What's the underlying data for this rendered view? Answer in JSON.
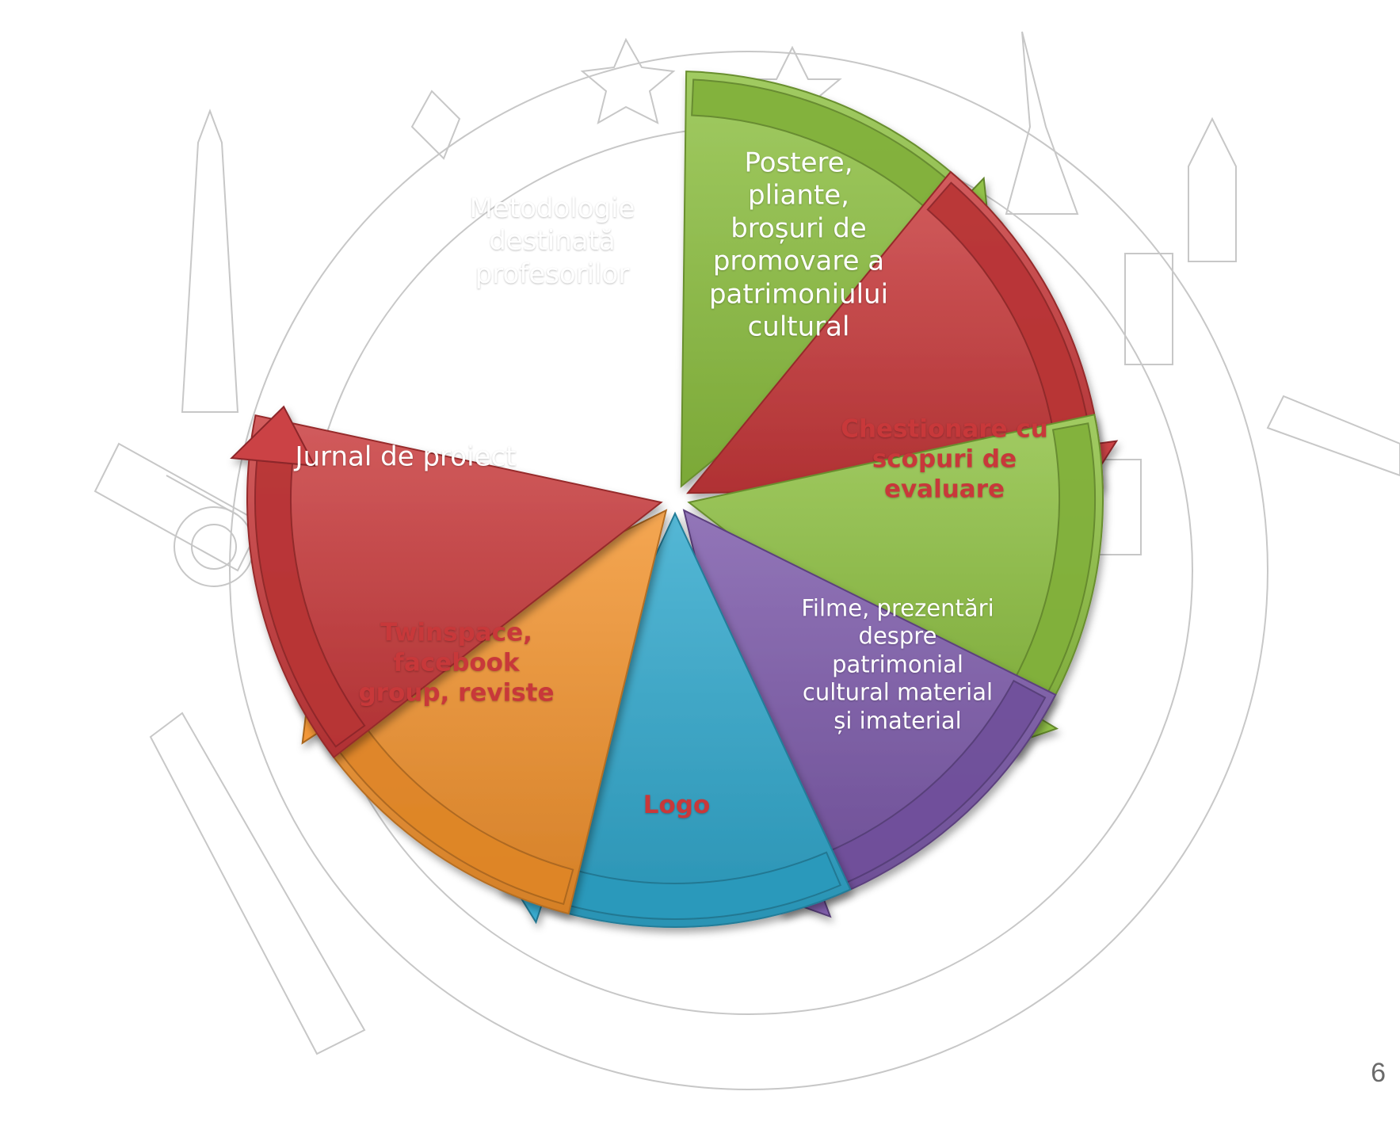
{
  "diagram": {
    "segments": [
      {
        "id": "metodologie",
        "label": "Metodologie\ndestinată\nprofesorilor",
        "color": "#8CBF3F",
        "text_color": "#ffffff",
        "weight": "normal"
      },
      {
        "id": "postere",
        "label": "Postere,\npliante,\nbroșuri de\npromovare a\npatrimoniului\ncultural",
        "color": "#C8383A",
        "text_color": "#ffffff",
        "weight": "normal"
      },
      {
        "id": "chestionare",
        "label": "Chestionare cu\nscopuri de\nevaluare",
        "color": "#8CBF3F",
        "text_color": "#C8383A",
        "weight": "bold"
      },
      {
        "id": "filme",
        "label": "Filme, prezentări\ndespre\npatrimonial\ncultural material\nși imaterial",
        "color": "#7A57A8",
        "text_color": "#ffffff",
        "weight": "normal"
      },
      {
        "id": "logo",
        "label": "Logo",
        "color": "#2FA7CC",
        "text_color": "#C8383A",
        "weight": "bold"
      },
      {
        "id": "twinspace",
        "label": "Twinspace,\nfacebook\ngroup, reviste",
        "color": "#F2922C",
        "text_color": "#C8383A",
        "weight": "bold"
      },
      {
        "id": "jurnal",
        "label": "Jurnal de proiect",
        "color": "#C8383A",
        "text_color": "#ffffff",
        "weight": "normal"
      }
    ]
  },
  "page_number": "6"
}
